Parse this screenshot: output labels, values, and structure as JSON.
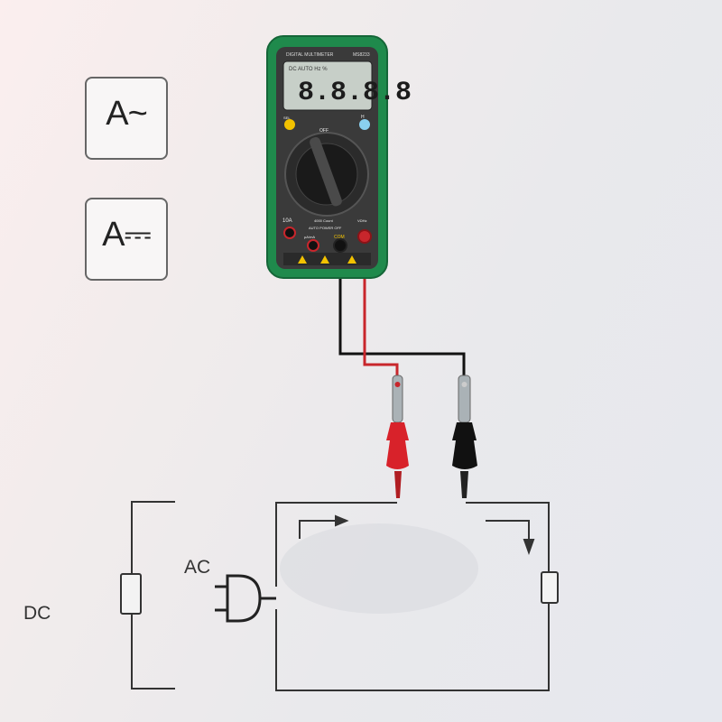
{
  "modes": {
    "ac_current": "A~",
    "dc_current": "A⎓"
  },
  "labels": {
    "ac": "AC",
    "dc": "DC"
  },
  "meter": {
    "brand_line": "DIGITAL MULTIMETER",
    "model": "MS8233",
    "display": "8.8.8.8",
    "lcd_flags": "DC AUTO  Hz  %",
    "sel_key": "SEL",
    "hold_key": "H",
    "range_label": "OFF",
    "counts": "4000 Count",
    "auto_off": "AUTO POWER OFF",
    "jack_10a": "10A",
    "jack_ma": "µA/mA",
    "jack_com": "COM",
    "jack_v": "VΩHz"
  },
  "colors": {
    "meter_green": "#1f8a4c",
    "probe_red": "#d8222a",
    "probe_black": "#111111",
    "wire": "#333333"
  }
}
